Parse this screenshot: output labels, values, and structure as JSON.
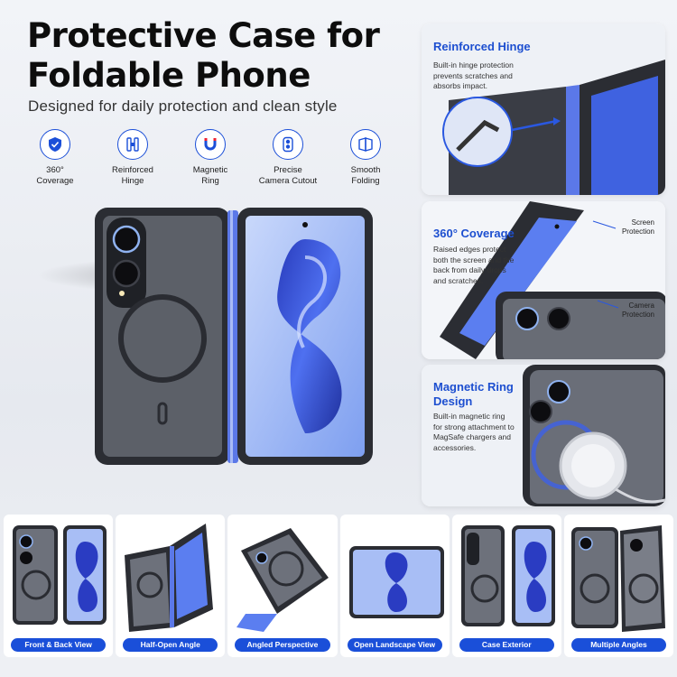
{
  "header": {
    "title": "Protective Case for Foldable Phone",
    "subtitle": "Designed for daily protection and clean style"
  },
  "features": [
    {
      "icon": "shield-icon",
      "label": "360°\nCoverage"
    },
    {
      "icon": "hinge-icon",
      "label": "Reinforced\nHinge"
    },
    {
      "icon": "magnet-icon",
      "label": "Magnetic\nRing"
    },
    {
      "icon": "camera-icon",
      "label": "Precise\nCamera Cutout"
    },
    {
      "icon": "folding-icon",
      "label": "Smooth\nFolding"
    }
  ],
  "panels": {
    "hinge": {
      "title": "Reinforced Hinge",
      "text": "Built-in hinge protection prevents scratches and absorbs impact."
    },
    "coverage": {
      "title": "360° Coverage",
      "text": "Raised edges protect both the screen and the back from daily drops and scratches.",
      "callout_screen": "Screen\nProtection",
      "callout_camera": "Camera\nProtection"
    },
    "magnetic": {
      "title": "Magnetic Ring\nDesign",
      "text": "Built-in magnetic ring for strong attachment to MagSafe chargers and accessories."
    }
  },
  "thumbnails": [
    {
      "label": "Front & Back View"
    },
    {
      "label": "Half-Open Angle"
    },
    {
      "label": "Angled Perspective"
    },
    {
      "label": "Open Landscape View"
    },
    {
      "label": "Case Exterior"
    },
    {
      "label": "Multiple Angles"
    }
  ],
  "colors": {
    "accent": "#1a4fd9",
    "case": "#2b2d33",
    "screen_dark": "#1b2fa8",
    "screen_light": "#9db7f5"
  }
}
